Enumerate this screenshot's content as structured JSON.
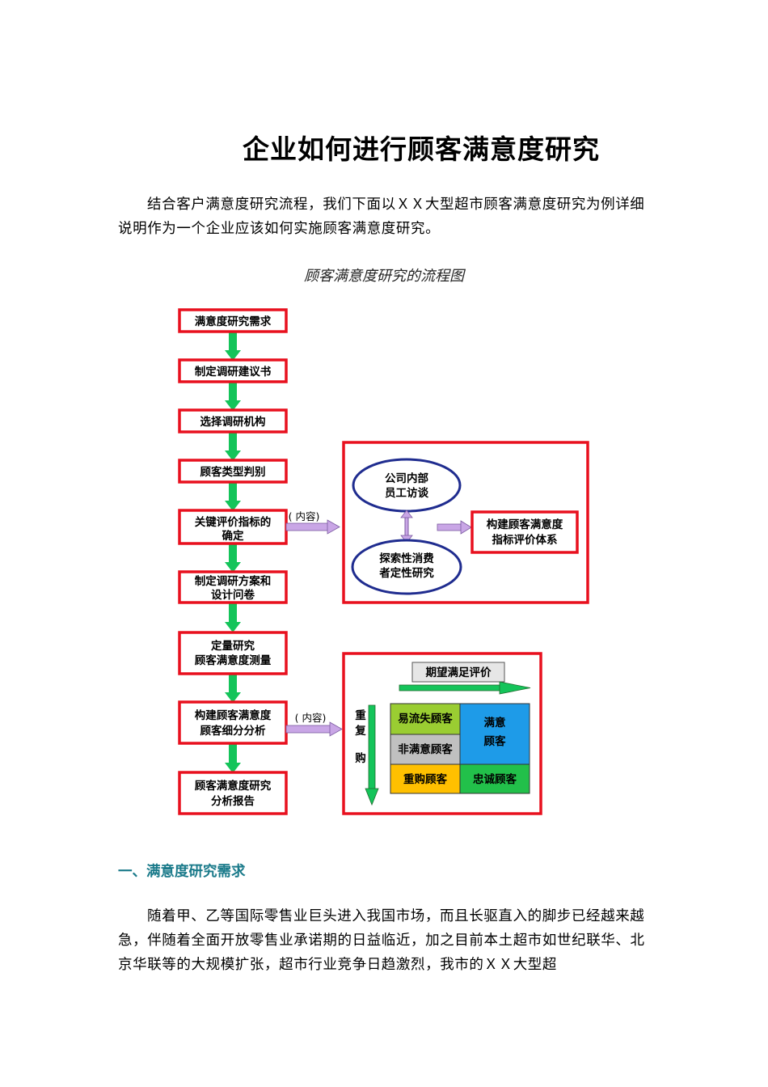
{
  "doc": {
    "title": "企业如何进行顾客满意度研究",
    "intro": "结合客户满意度研究流程，我们下面以ＸＸ大型超市顾客满意度研究为例详细说明作为一个企业应该如何实施顾客满意度研究。",
    "caption": "顾客满意度研究的流程图",
    "section1_heading": "一、满意度研究需求",
    "section1_body": "随着甲、乙等国际零售业巨头进入我国市场，而且长驱直入的脚步已经越来越急，伴随着全面开放零售业承诺期的日益临近，加之目前本土超市如世纪联华、北京华联等的大规模扩张，超市行业竞争日趋激烈，我市的ＸＸ大型超"
  },
  "flowchart": {
    "steps": [
      {
        "line1": "满意度研究需求",
        "line2": ""
      },
      {
        "line1": "制定调研建议书",
        "line2": ""
      },
      {
        "line1": "选择调研机构",
        "line2": ""
      },
      {
        "line1": "顾客类型判别",
        "line2": ""
      },
      {
        "line1": "关键评价指标的",
        "line2": "确定"
      },
      {
        "line1": "制定调研方案和",
        "line2": "设计问卷"
      },
      {
        "line1": "定量研究",
        "line2": "顾客满意度测量"
      },
      {
        "line1": "构建顾客满意度",
        "line2": "顾客细分分析"
      },
      {
        "line1": "顾客满意度研究",
        "line2": "分析报告"
      }
    ],
    "content_label_1": "( 内容)",
    "content_label_2": "( 内容)",
    "box1": {
      "ellipse_top_line1": "公司内部",
      "ellipse_top_line2": "员工访谈",
      "ellipse_bottom_line1": "探索性消费",
      "ellipse_bottom_line2": "者定性研究",
      "result_line1": "构建顾客满意度",
      "result_line2": "指标评价体系"
    },
    "box2": {
      "header": "期望满足评价",
      "vertical_char1": "重",
      "vertical_char2": "复",
      "vertical_char3": "购",
      "cell_easy_loss": "易流失顾客",
      "cell_unsatisfied": "非满意顾客",
      "cell_repeat": "重购顾客",
      "cell_loyal": "忠诚顾客",
      "cell_satisfied_line1": "满意",
      "cell_satisfied_line2": "顾客"
    },
    "colors": {
      "box_border": "#e8101e",
      "green_arrow": "#14c45a",
      "purple_arrow": "#c9a6e6",
      "ellipse_border": "#1f2c8f",
      "cell_easy_loss": "#9acd32",
      "cell_unsatisfied": "#c0c0c0",
      "cell_repeat": "#ffc000",
      "cell_loyal": "#22c04a",
      "cell_satisfied": "#1e9be8",
      "header_fill": "#e6e6e6"
    }
  }
}
